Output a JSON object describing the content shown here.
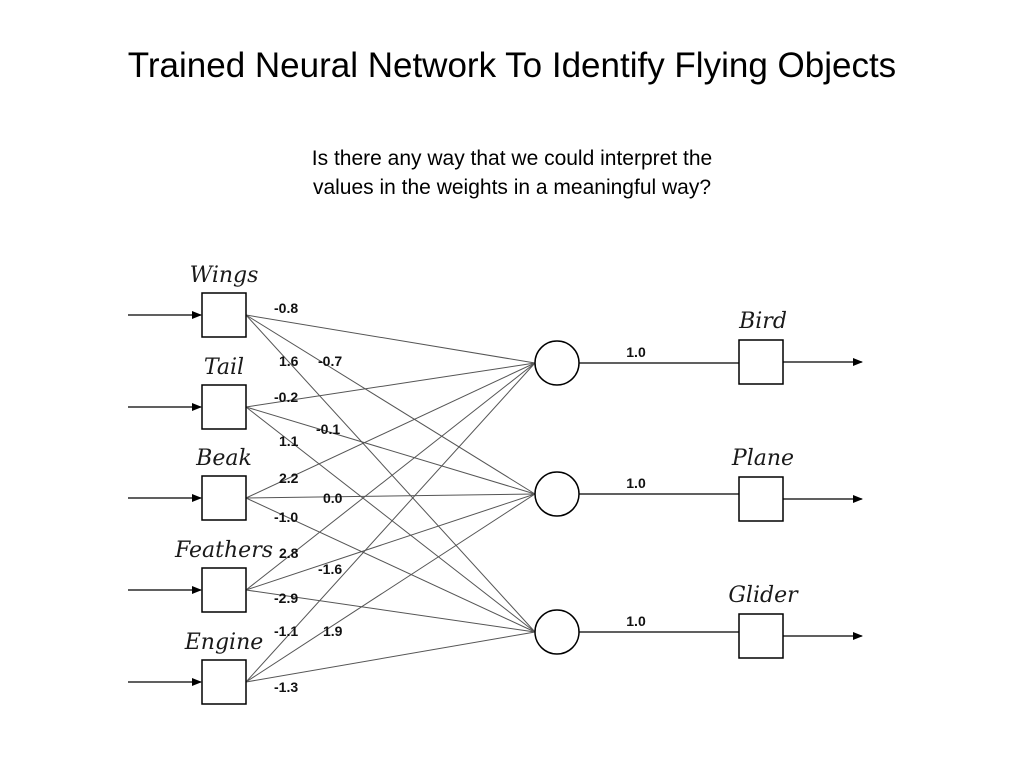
{
  "slide": {
    "title": "Trained Neural Network To Identify Flying Objects",
    "question_line1": "Is there any way that we could interpret the",
    "question_line2": "values in the weights in a meaningful way?"
  },
  "network": {
    "inputs": [
      "Wings",
      "Tail",
      "Beak",
      "Feathers",
      "Engine"
    ],
    "outputs": [
      "Bird",
      "Plane",
      "Glider"
    ],
    "hidden_count": 3,
    "output_weights": [
      "1.0",
      "1.0",
      "1.0"
    ],
    "weight_labels": [
      {
        "text": "-0.8"
      },
      {
        "text": "1.6"
      },
      {
        "text": "-0.7"
      },
      {
        "text": "-0.2"
      },
      {
        "text": "-0.1"
      },
      {
        "text": "1.1"
      },
      {
        "text": "2.2"
      },
      {
        "text": "0.0"
      },
      {
        "text": "-1.0"
      },
      {
        "text": "2.8"
      },
      {
        "text": "-1.6"
      },
      {
        "text": "-2.9"
      },
      {
        "text": "-1.1"
      },
      {
        "text": "1.9"
      },
      {
        "text": "-1.3"
      }
    ]
  }
}
